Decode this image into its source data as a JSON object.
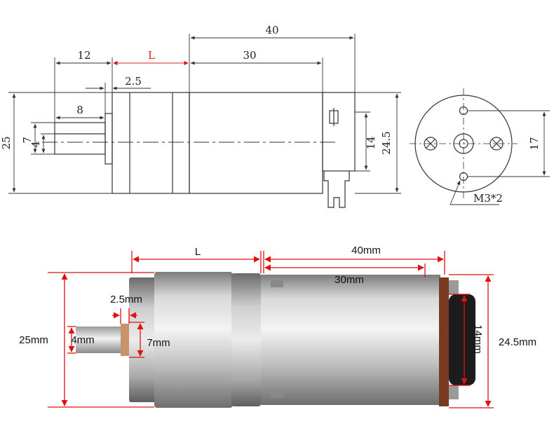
{
  "drawing": {
    "labels": {
      "d40": "40",
      "d12": "12",
      "dL": "L",
      "d30": "30",
      "d25_step": "2.5",
      "d8": "8",
      "d25": "25",
      "d7": "7",
      "d4": "4",
      "d14": "14",
      "d245": "24.5",
      "d17": "17",
      "screw": "M3*2"
    }
  },
  "photo": {
    "labels": {
      "L": "L",
      "m40": "40mm",
      "m30": "30mm",
      "m25step": "2.5mm",
      "m25": "25mm",
      "m4": "4mm",
      "m7": "7mm",
      "m14": "14mm",
      "m245": "24.5mm"
    }
  },
  "colors": {
    "line": "#333333",
    "red_dimension": "#dd1111",
    "label_red": "#d22222",
    "metal_light": "#e4e4e4",
    "metal_dark": "#8a8a8a",
    "pcb": "#7a3a22"
  }
}
